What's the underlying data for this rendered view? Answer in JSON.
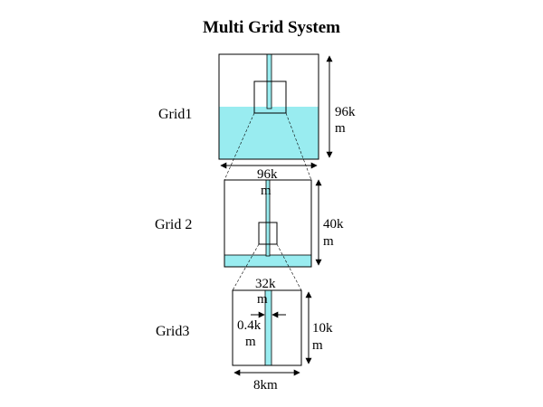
{
  "title": "Multi Grid System",
  "colors": {
    "water": "#99ecf0",
    "line": "#000000",
    "background": "#ffffff"
  },
  "grids": [
    {
      "label": "Grid1",
      "width_label": [
        "96k",
        "m"
      ],
      "height_label": [
        "96k",
        "m"
      ]
    },
    {
      "label": "Grid 2",
      "width_label": [
        "32k",
        "m"
      ],
      "height_label": [
        "40k",
        "m"
      ]
    },
    {
      "label": "Grid3",
      "width_label": [
        "8km"
      ],
      "height_label": [
        "10k",
        "m"
      ],
      "channel_label": [
        "0.4k",
        "m"
      ]
    }
  ]
}
